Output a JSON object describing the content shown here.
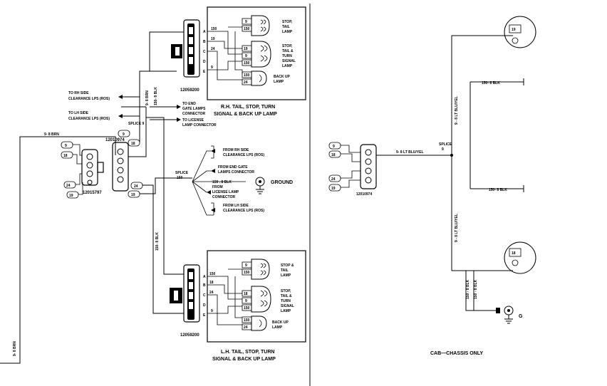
{
  "rh": {
    "title1": "R.H. TAIL, STOP, TURN",
    "title2": "SIGNAL & BACK UP LAMP",
    "connector_id": "12059200",
    "pins": [
      "A",
      "B",
      "C",
      "D",
      "E"
    ],
    "wires": [
      "150",
      "19",
      "24",
      "9"
    ],
    "lamps": [
      {
        "l1": "STOP,",
        "l2": "TAIL",
        "l3": "LAMP",
        "l4": "",
        "a": "9",
        "b": "150"
      },
      {
        "l1": "STOP,",
        "l2": "TAIL &",
        "l3": "TURN",
        "l4": "SIGNAL",
        "l5": "LAMP",
        "a": "19",
        "b": "9",
        "c": "150"
      },
      {
        "l1": "BACK UP",
        "l2": "LAMP",
        "a": "150",
        "b": "24"
      }
    ]
  },
  "lh": {
    "title1": "L.H. TAIL, STOP, TURN",
    "title2": "SIGNAL & BACK UP LAMP",
    "connector_id": "12059200",
    "pins": [
      "A",
      "B",
      "C",
      "D",
      "E"
    ],
    "wires": [
      "150",
      "18",
      "24",
      "9"
    ],
    "lamps": [
      {
        "l1": "STOP &",
        "l2": "TAIL",
        "l3": "LAMP",
        "a": "9",
        "b": "150"
      },
      {
        "l1": "STOP,",
        "l2": "TAIL &",
        "l3": "TURN",
        "l4": "SIGNAL",
        "l5": "LAMP",
        "a": "18",
        "b": "9",
        "c": "150"
      },
      {
        "l1": "BACK UP",
        "l2": "LAMP",
        "a": "150",
        "b": "24"
      }
    ]
  },
  "left": {
    "brn_label": "9- 8 BRN",
    "brn_vert": "9- 8 BRN",
    "conn1_id": "12015797",
    "conn1_pins": [
      "9",
      "18",
      "24",
      "19"
    ],
    "conn2_id": "12010974",
    "conn2_pins": [
      "9",
      "18",
      "24",
      "19"
    ],
    "to_rh": "TO RH SIDE",
    "to_rh2": "CLEARANCE LPS (ROS)",
    "to_lh": "TO LH SIDE",
    "to_lh2": "CLEARANCE LPS (ROS)",
    "splice9": "SPLICE 9",
    "to_end": "TO END",
    "to_end2": "GATE LAMPS",
    "to_end3": "CONNECTOR",
    "to_lic": "TO LICENSE",
    "to_lic2": "LAMP CONNECTOR",
    "vert_brn": "9- 8 BRN",
    "vert_blk": "150- 8 BLK",
    "vert_blk2": "150- 8 BLK",
    "splice150": "SPLICE",
    "splice150b": "150",
    "from_rh": "FROM RH SIDE",
    "from_rh2": "CLEARANCE LPS (ROS)",
    "from_end": "FROM END GATE",
    "from_end2": "LAMPS CONNECTOR",
    "blk": "150 . 8 BLK",
    "from_lic": "FROM",
    "from_lic2": "LICENSE LAMP",
    "from_lic3": "CONNECTOR",
    "from_lh": "FROM LH SIDE",
    "from_lh2": "CLEARANCE LPS (ROS)",
    "ground": "GROUND"
  },
  "right": {
    "conn_id": "12010974",
    "conn_pins": [
      "9",
      "18",
      "24",
      "19"
    ],
    "wire": "9- 8 LT BLU/YEL",
    "splice": "SPLICE",
    "splice2": "9",
    "vert1": "9 - 8 LT BLU/YEL",
    "vert2": "9 - 8 LT BLU/YEL",
    "blk1": "150- 8 BLK",
    "blk2": "150- 8 BLK",
    "blk3": "150 - 8 BLK",
    "blk4": "150 - 8 BLK",
    "top_pin": "19",
    "bot_pin": "18",
    "ground_g": "G",
    "footer": "CAB—CHASSIS ONLY"
  }
}
